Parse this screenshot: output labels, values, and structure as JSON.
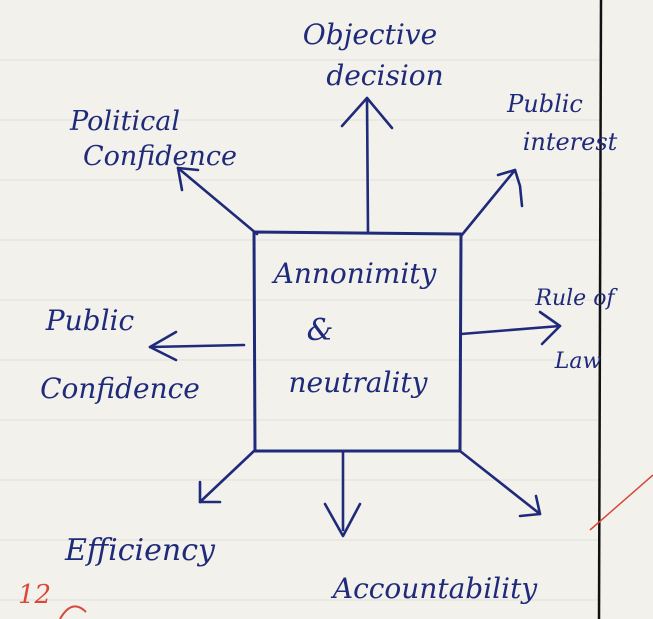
{
  "diagram": {
    "center": {
      "line1": "Annonimity",
      "line2": "&",
      "line3": "neutrality"
    },
    "nodes": {
      "top": [
        "Objective",
        "decision"
      ],
      "top_left": [
        "Political",
        "Confidence"
      ],
      "top_right": [
        "Public",
        "interest"
      ],
      "left": [
        "Public",
        "Confidence"
      ],
      "right": [
        "Rule of",
        "Law"
      ],
      "bottom_left": [
        "Efficiency"
      ],
      "bottom": [
        "Accountability"
      ]
    },
    "margin_mark": "12"
  },
  "colors": {
    "ink": "#1f2a7a",
    "paper": "#f3f1ec",
    "margin_line": "#111111",
    "red_mark": "#d9483a",
    "ruled_lines": "#e2dfd8"
  }
}
